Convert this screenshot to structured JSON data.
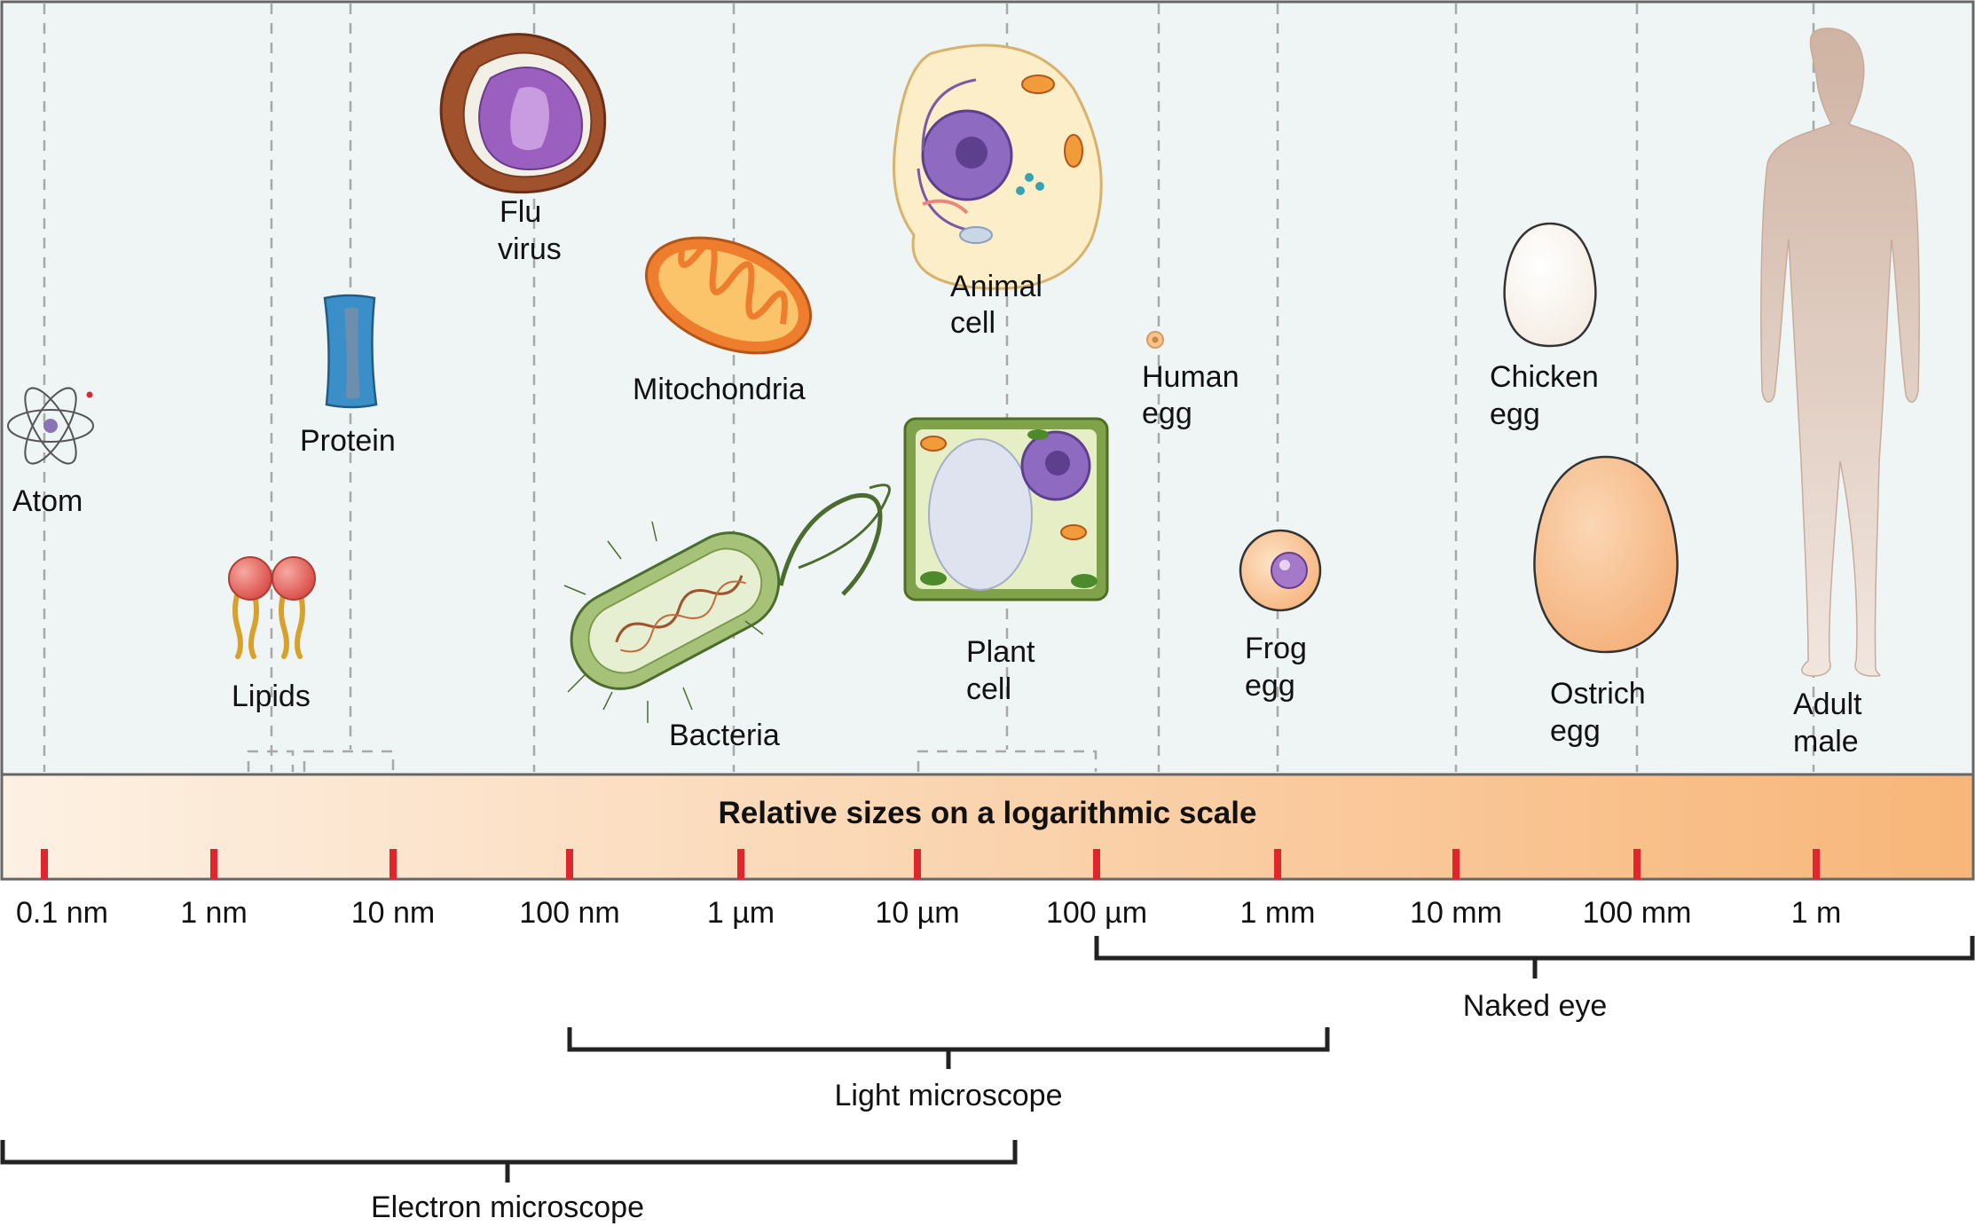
{
  "scale_title": "Relative sizes on a logarithmic scale",
  "ticks": [
    "0.1 nm",
    "1 nm",
    "10 nm",
    "100 nm",
    "1 µm",
    "10 µm",
    "100 µm",
    "1 mm",
    "10 mm",
    "100 mm",
    "1 m"
  ],
  "objects": {
    "atom": [
      "Atom"
    ],
    "lipids": [
      "Lipids"
    ],
    "protein": [
      "Protein"
    ],
    "flu_virus": [
      "Flu",
      "virus"
    ],
    "mitochondria": [
      "Mitochondria"
    ],
    "bacteria": [
      "Bacteria"
    ],
    "animal_cell": [
      "Animal",
      "cell"
    ],
    "plant_cell": [
      "Plant",
      "cell"
    ],
    "human_egg": [
      "Human",
      "egg"
    ],
    "frog_egg": [
      "Frog",
      "egg"
    ],
    "chicken_egg": [
      "Chicken",
      "egg"
    ],
    "ostrich_egg": [
      "Ostrich",
      "egg"
    ],
    "adult_male": [
      "Adult",
      "male"
    ]
  },
  "ranges": {
    "naked_eye": "Naked eye",
    "light_microscope": "Light microscope",
    "electron_microscope": "Electron microscope"
  },
  "colors": {
    "panel_bg": "#eef5f4",
    "scale_start": "#fdf1e4",
    "scale_end": "#f8b679",
    "tick": "#e0262c",
    "bracket": "#222222",
    "dash": "#a8a8a8"
  }
}
